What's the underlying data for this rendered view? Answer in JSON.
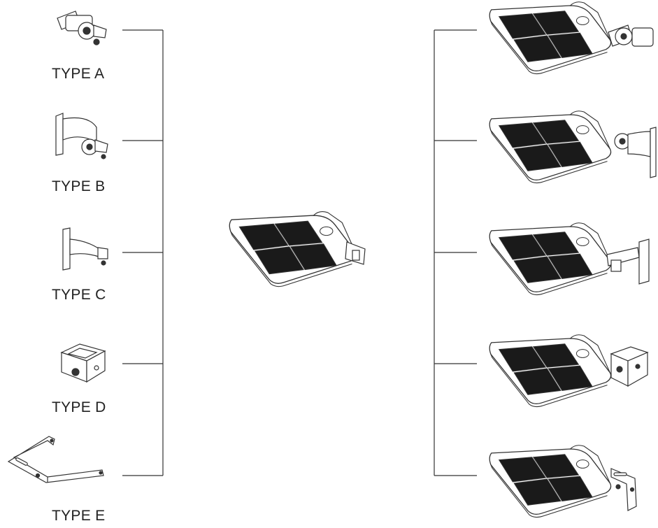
{
  "mount_types": [
    {
      "id": "a",
      "label": "TYPE A",
      "icon": "slipfitter-mount-icon"
    },
    {
      "id": "b",
      "label": "TYPE B",
      "icon": "wall-bracket-mount-icon"
    },
    {
      "id": "c",
      "label": "TYPE C",
      "icon": "arm-mount-icon"
    },
    {
      "id": "d",
      "label": "TYPE D",
      "icon": "square-pole-mount-icon"
    },
    {
      "id": "e",
      "label": "TYPE E",
      "icon": "yoke-mount-icon"
    }
  ],
  "center_fixture": {
    "icon": "shoebox-area-light-icon"
  },
  "assembled_fixtures": [
    {
      "mount": "a",
      "icon": "fixture-with-slipfitter-icon"
    },
    {
      "mount": "b",
      "icon": "fixture-with-wall-bracket-icon"
    },
    {
      "mount": "c",
      "icon": "fixture-with-arm-mount-icon"
    },
    {
      "mount": "d",
      "icon": "fixture-with-square-pole-mount-icon"
    },
    {
      "mount": "e",
      "icon": "fixture-with-yoke-mount-icon"
    }
  ],
  "colors": {
    "line": "#333333",
    "panel": "#1a1a1a",
    "background": "#ffffff"
  }
}
